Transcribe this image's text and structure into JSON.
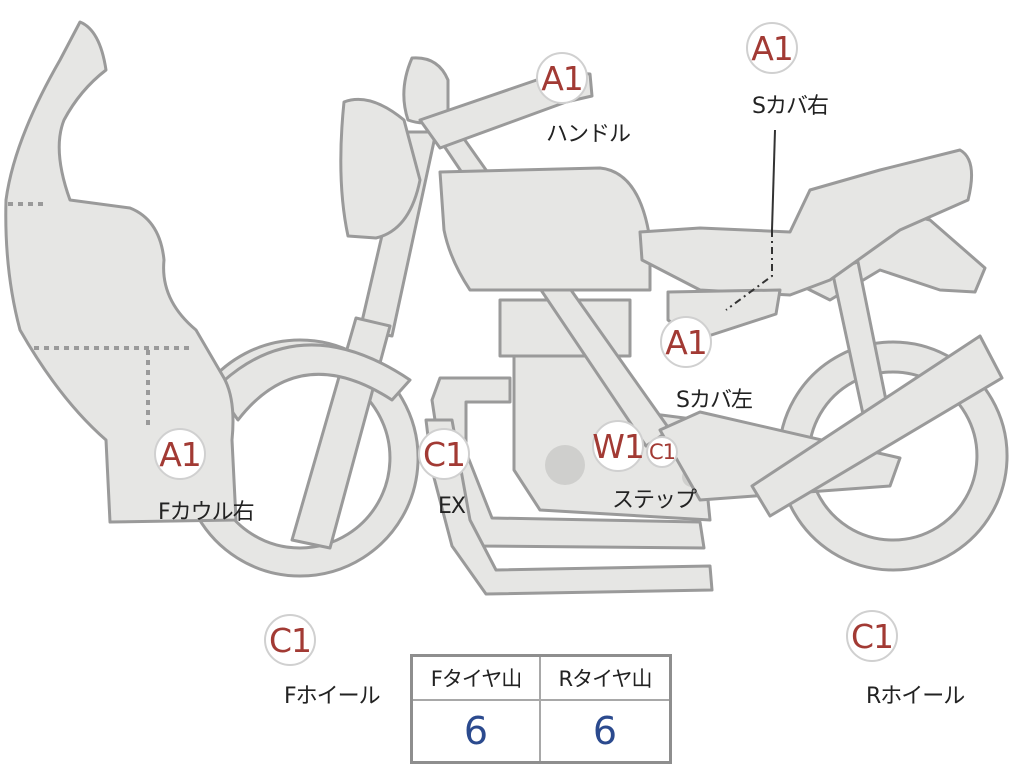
{
  "markers": [
    {
      "id": "handle",
      "code": "A1",
      "label": "ハンドル"
    },
    {
      "id": "side-cover-right",
      "code": "A1",
      "label": "Sカバ右"
    },
    {
      "id": "side-cover-left",
      "code": "A1",
      "label": "Sカバ左"
    },
    {
      "id": "front-cowl-right",
      "code": "A1",
      "label": "Fカウル右"
    },
    {
      "id": "exhaust",
      "code": "C1",
      "label": "EX"
    },
    {
      "id": "step",
      "code": "W1",
      "code2": "C1",
      "label": "ステップ"
    },
    {
      "id": "front-wheel",
      "code": "C1",
      "label": "Fホイール"
    },
    {
      "id": "rear-wheel",
      "code": "C1",
      "label": "Rホイール"
    }
  ],
  "tire_table": {
    "headers": [
      "Fタイヤ山",
      "Rタイヤ山"
    ],
    "values": [
      "6",
      "6"
    ]
  },
  "colors": {
    "part_fill": "#e6e6e4",
    "part_outline": "#9a9a9a",
    "code_text": "#a23a34",
    "value_text": "#2b4a8e"
  }
}
